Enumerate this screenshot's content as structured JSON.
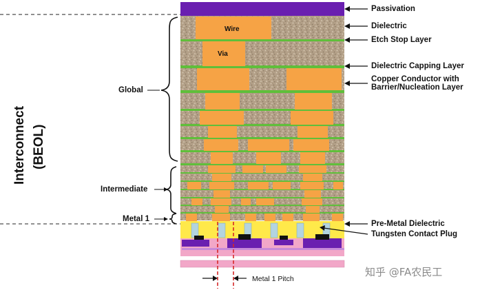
{
  "labels": {
    "passivation": "Passivation",
    "dielectric": "Dielectric",
    "etch_stop": "Etch Stop Layer",
    "capping": "Dielectric Capping Layer",
    "copper_line1": "Copper Conductor with",
    "copper_line2": "Barrier/Nucleation Layer",
    "pre_metal": "Pre-Metal Dielectric",
    "tungsten": "Tungsten Contact Plug",
    "global": "Global",
    "intermediate": "Intermediate",
    "metal1": "Metal 1",
    "interconnect": "Interconnect",
    "beol": "(BEOL)",
    "wire": "Wire",
    "via": "Via",
    "pitch": "Metal 1 Pitch"
  },
  "watermark": "知乎 @FA农民工",
  "colors": {
    "passivation": "#6a1fb0",
    "copper": "#f6a345",
    "etch_stop": "#5fbf3a",
    "dielectric": "#b6a48c",
    "pmd": "#ffe94a",
    "tungsten": "#b3d4e0",
    "substrate": "#f2a7c8"
  }
}
